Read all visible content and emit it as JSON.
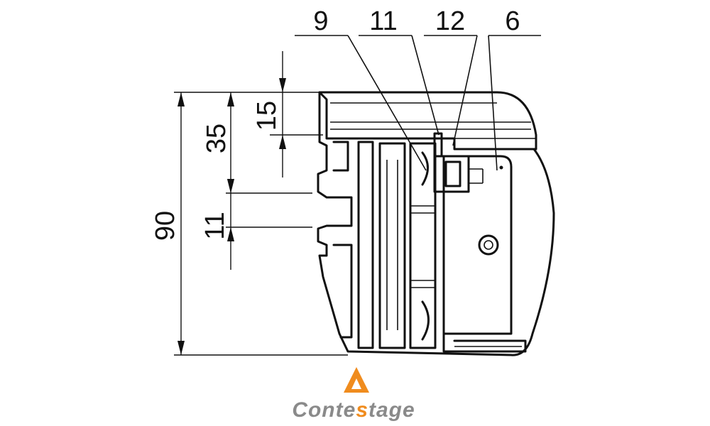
{
  "callouts": {
    "part_9": "9",
    "part_11": "11",
    "part_12": "12",
    "part_6": "6"
  },
  "dimensions": {
    "total_height": "90",
    "upper_height": "35",
    "top_height": "15",
    "slot_width": "11"
  },
  "logo": {
    "word_prefix": "Conte",
    "word_highlight": "s",
    "word_suffix": "tage",
    "color_gray": "#8a8a8a",
    "color_orange": "#f08c1e"
  }
}
